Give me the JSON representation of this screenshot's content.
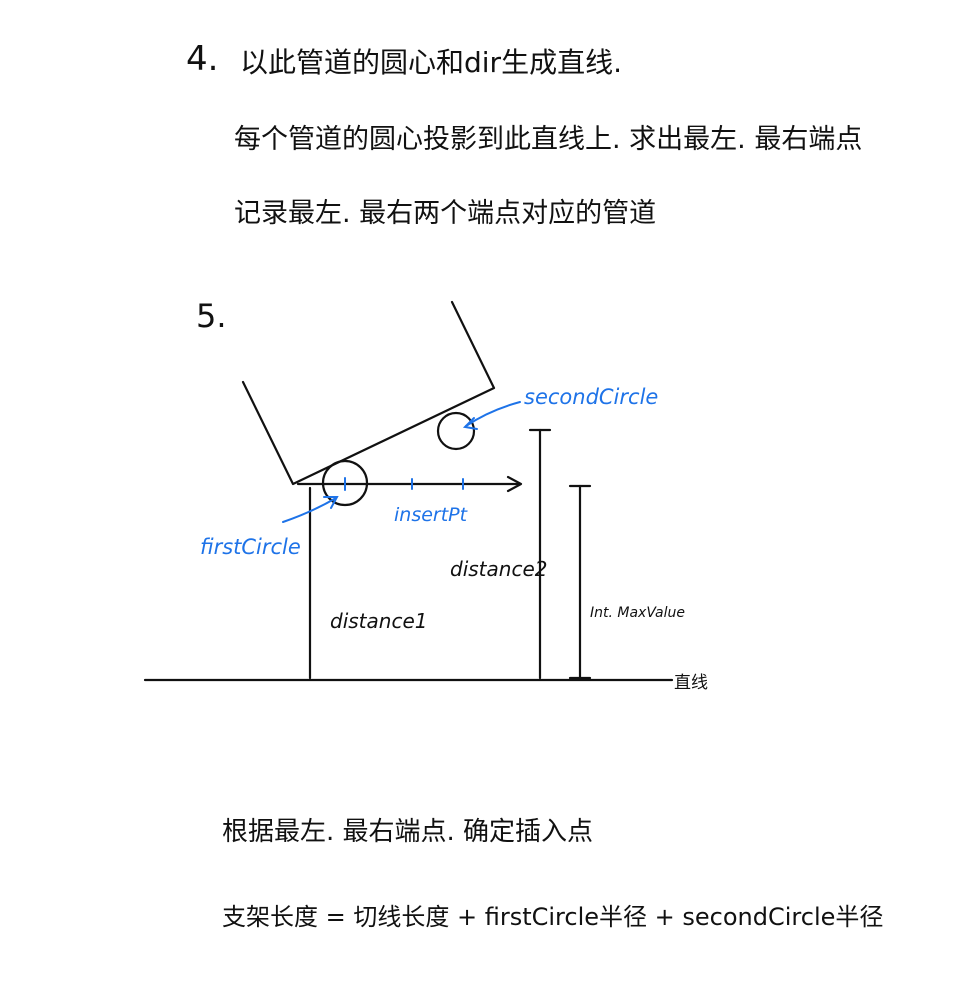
{
  "colors": {
    "ink": "#111111",
    "annotation": "#1e73e8",
    "background": "#ffffff"
  },
  "step4": {
    "number": "4.",
    "line1": "以此管道的圆心和dir生成直线.",
    "line2": "每个管道的圆心投影到此直线上. 求出最左. 最右端点",
    "line3": "记录最左. 最右两个端点对应的管道"
  },
  "step5": {
    "number": "5.",
    "labels": {
      "second_circle": "secondCircle",
      "first_circle": "firstCircle",
      "insert_pt": "insertPt",
      "distance1": "distance1",
      "distance2": "distance2",
      "max_value": "Int. MaxValue",
      "line": "直线"
    }
  },
  "conclusion": {
    "line1": "根据最左. 最右端点. 确定插入点",
    "line2": "支架长度 = 切线长度 + firstCircle半径 + secondCircle半径"
  }
}
